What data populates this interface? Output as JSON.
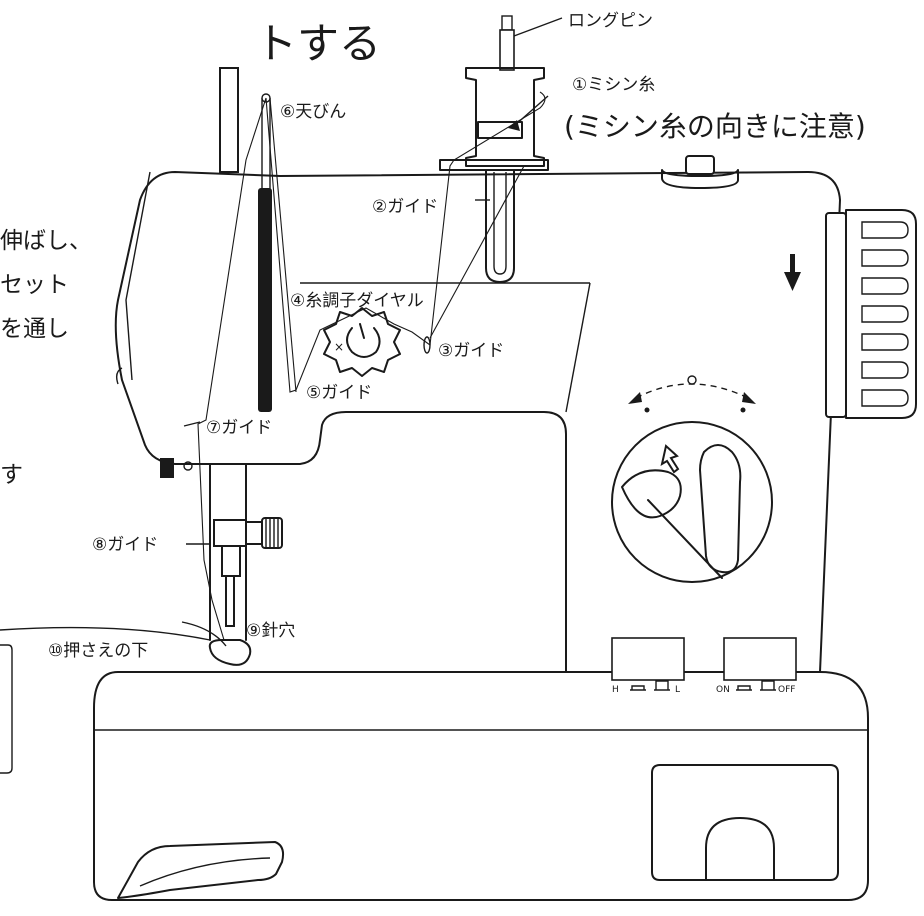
{
  "heading": {
    "title_fragment": "トする",
    "side_text": [
      "伸ばし、",
      "セット",
      "を通し",
      "す"
    ]
  },
  "labels": {
    "long_pin": "ロングピン",
    "spool": "①ミシン糸",
    "spool_note": "(ミシン糸の向きに注意)",
    "guide_2": "②ガイド",
    "guide_3": "③ガイド",
    "tension_dial": "④糸調子ダイヤル",
    "guide_5": "⑤ガイド",
    "takeup_lever": "⑥天びん",
    "guide_7": "⑦ガイド",
    "guide_8": "⑧ガイド",
    "needle_eye": "⑨針穴",
    "presser_foot": "⑩押さえの下"
  },
  "switches": {
    "speed": {
      "left": "H",
      "right": "L"
    },
    "power": {
      "left": "ON",
      "right": "OFF"
    }
  },
  "icons": [
    "down-arrow-icon",
    "dial-rotation-arrow-icon",
    "dial-pointer-arrow-icon"
  ]
}
